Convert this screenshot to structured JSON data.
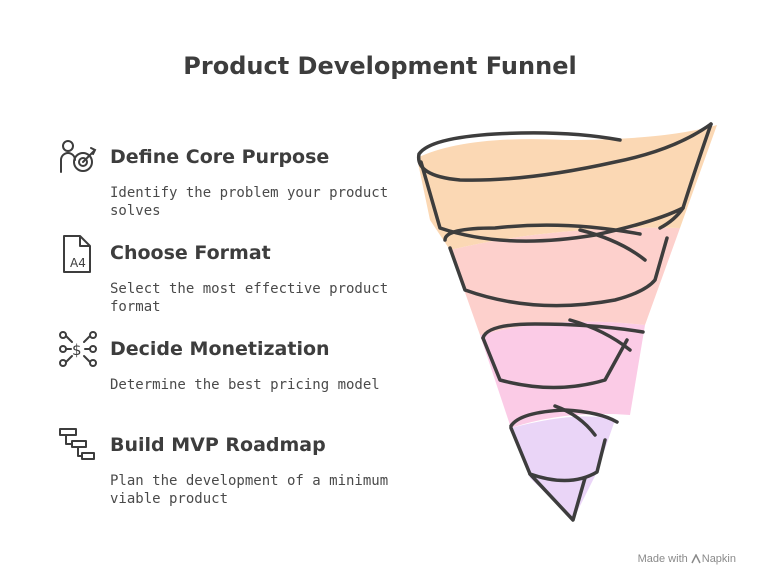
{
  "title": "Product Development Funnel",
  "steps": [
    {
      "icon": "target-person-icon",
      "heading": "Define Core Purpose",
      "desc": "Identify the problem your product solves"
    },
    {
      "icon": "a4-document-icon",
      "heading": "Choose Format",
      "desc": "Select the most effective product format"
    },
    {
      "icon": "dollar-network-icon",
      "heading": "Decide Monetization",
      "desc": "Determine the best pricing model"
    },
    {
      "icon": "roadmap-gantt-icon",
      "heading": "Build MVP Roadmap",
      "desc": "Plan the development of a minimum viable product"
    }
  ],
  "funnel_colors": [
    "#fbd8b4",
    "#fdd0cc",
    "#fbcbe6",
    "#ead5f7"
  ],
  "credit": {
    "prefix": "Made with",
    "brand": "Napkin"
  }
}
